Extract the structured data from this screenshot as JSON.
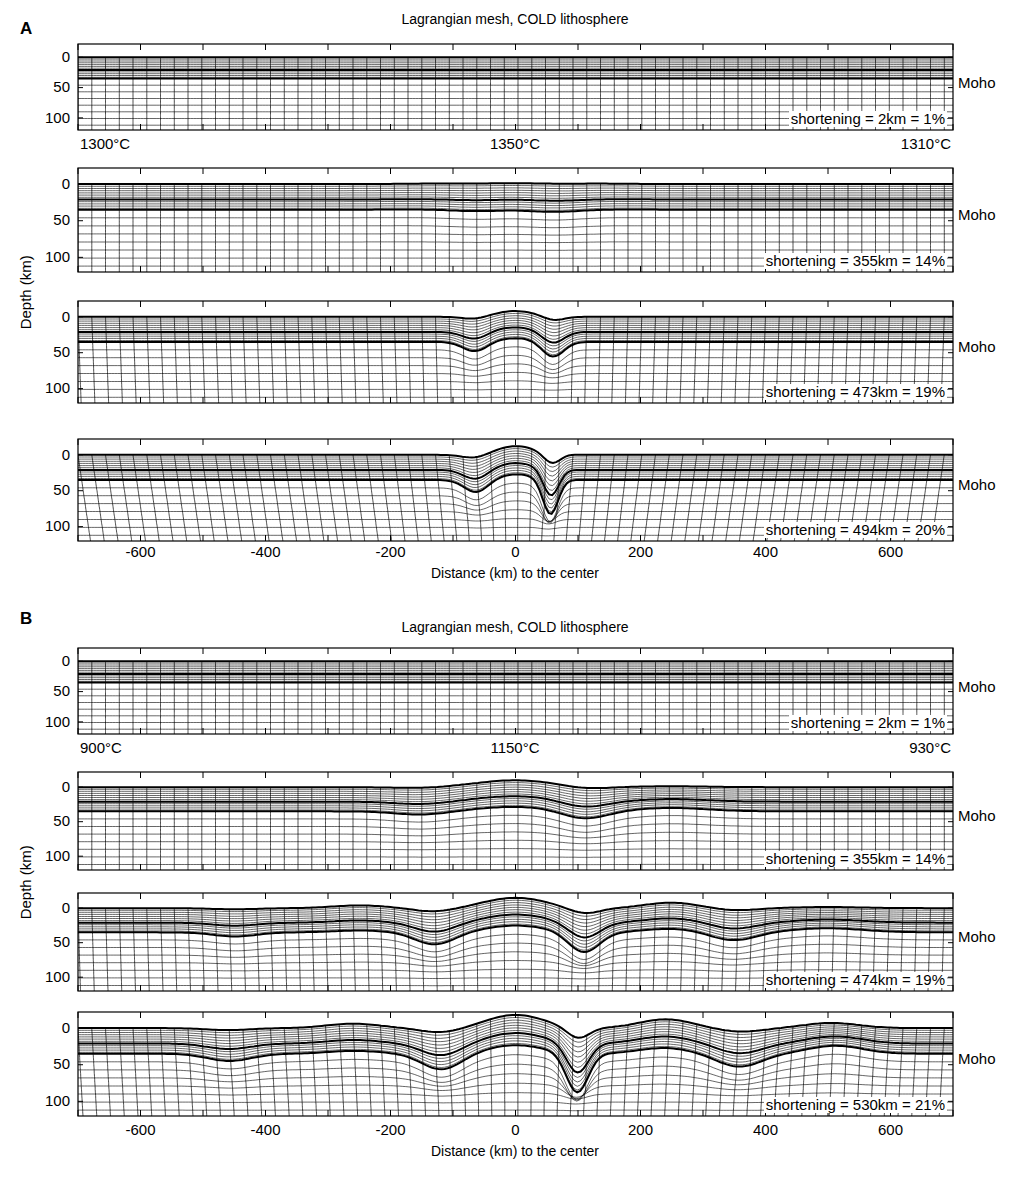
{
  "diagram": {
    "labels": [
      "A",
      "Lagrangian mesh, COLD lithosphere",
      "Depth (km)",
      "0",
      "50",
      "100",
      "Moho",
      "shortening = 2km = 1%",
      "1300°C",
      "1350°C",
      "1310°C",
      "0",
      "50",
      "100",
      "Moho",
      "shortening = 355km = 14%",
      "0",
      "50",
      "100",
      "Moho",
      "shortening = 473km = 19%",
      "0",
      "50",
      "100",
      "Moho",
      "shortening = 494km = 20%",
      "-600",
      "-400",
      "-200",
      "0",
      "200",
      "400",
      "600",
      "Distance (km) to the center",
      "B",
      "Lagrangian mesh, COLD lithosphere",
      "Depth (km)",
      "0",
      "50",
      "100",
      "Moho",
      "shortening = 2km = 1%",
      "900°C",
      "1150°C",
      "930°C",
      "0",
      "50",
      "100",
      "Moho",
      "shortening = 355km = 14%",
      "0",
      "50",
      "100",
      "Moho",
      "shortening = 474km = 19%",
      "0",
      "50",
      "100",
      "Moho",
      "shortening = 530km = 21%",
      "-600",
      "-400",
      "-200",
      "0",
      "200",
      "400",
      "600",
      "Distance (km) to the center"
    ]
  }
}
